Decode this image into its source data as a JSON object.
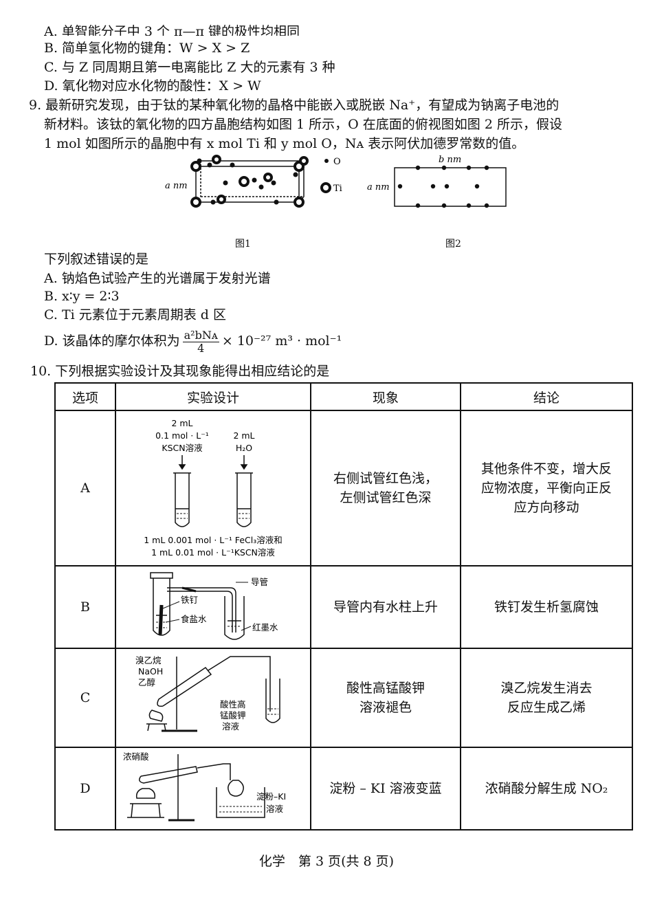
{
  "prev_question": {
    "option_a_partial": "A. 单智能分子中 3 个 π—π 键的极性均相同",
    "option_b": "B. 简单氢化物的键角：W > X > Z",
    "option_c": "C. 与 Z 同周期且第一电离能比 Z 大的元素有 3 种",
    "option_d": "D. 氧化物对应水化物的酸性：X > W"
  },
  "q9": {
    "stem_line1": "9. 最新研究发现，由于钛的某种氧化物的晶格中能嵌入或脱嵌 Na⁺，有望成为钠离子电池的",
    "stem_line2": "新材料。该钛的氧化物的四方晶胞结构如图 1 所示，O 在底面的俯视图如图 2 所示，假设",
    "stem_line3": "1 mol 如图所示的晶胞中有 x mol Ti 和 y mol O，Nᴀ 表示阿伏加德罗常数的值。",
    "fig1": {
      "caption": "图1",
      "side_label": "a nm",
      "legend_o": "O",
      "legend_ti": "Ti"
    },
    "fig2": {
      "caption": "图2",
      "side_label": "a nm",
      "top_label": "b nm"
    },
    "question": "下列叙述错误的是",
    "option_a": "A. 钠焰色试验产生的光谱属于发射光谱",
    "option_b": "B. x∶y = 2∶3",
    "option_c": "C. Ti 元素位于元素周期表 d 区",
    "option_d_prefix": "D. 该晶体的摩尔体积为",
    "option_d_num": "a²bNᴀ",
    "option_d_den": "4",
    "option_d_suffix": "× 10⁻²⁷ m³ · mol⁻¹"
  },
  "q10": {
    "stem": "10. 下列根据实验设计及其现象能得出相应结论的是",
    "headers": [
      "选项",
      "实验设计",
      "现象",
      "结论"
    ],
    "rows": [
      {
        "option": "A",
        "phenomenon_l1": "右侧试管红色浅，",
        "phenomenon_l2": "左侧试管红色深",
        "conclusion_l1": "其他条件不变，增大反",
        "conclusion_l2": "应物浓度，平衡向正反",
        "conclusion_l3": "应方向移动",
        "ann_left_1": "2 mL",
        "ann_left_2": "0.1 mol · L⁻¹",
        "ann_left_3": "KSCN溶液",
        "ann_right_1": "2 mL",
        "ann_right_2": "H₂O",
        "ann_bottom_1": "1 mL 0.001 mol · L⁻¹ FeCl₃溶液和",
        "ann_bottom_2": "1 mL 0.01 mol · L⁻¹KSCN溶液"
      },
      {
        "option": "B",
        "phenomenon_l1": "导管内有水柱上升",
        "conclusion_l1": "铁钉发生析氢腐蚀",
        "ann_tube": "导管",
        "ann_nail": "铁钉",
        "ann_salt": "食盐水",
        "ann_ink": "红墨水"
      },
      {
        "option": "C",
        "phenomenon_l1": "酸性高锰酸钾",
        "phenomenon_l2": "溶液褪色",
        "conclusion_l1": "溴乙烷发生消去",
        "conclusion_l2": "反应生成乙烯",
        "ann_r1": "溴乙烷",
        "ann_r2": "NaOH",
        "ann_r3": "乙醇",
        "ann_k1": "酸性高",
        "ann_k2": "锰酸钾",
        "ann_k3": "溶液"
      },
      {
        "option": "D",
        "phenomenon_l1": "淀粉 – KI 溶液变蓝",
        "conclusion_l1": "浓硝酸分解生成 NO₂",
        "ann_acid": "浓硝酸",
        "ann_ki1": "淀粉–KI",
        "ann_ki2": "溶液"
      }
    ]
  },
  "footer": "化学　第 3 页(共 8 页)"
}
